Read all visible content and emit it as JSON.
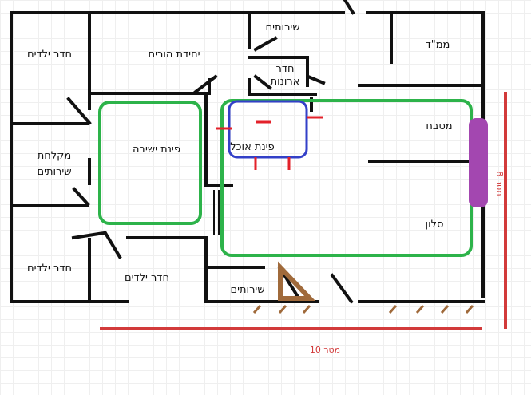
{
  "rooms": {
    "kids_room_top": "חדר ילדים",
    "parents_unit": "יחידת הורים",
    "toilets_top": "שירותים",
    "closet_line1": "חדר",
    "closet_line2": "ארונות",
    "safe_room": "ממ\"ד",
    "shower_line1": "מקלחת",
    "shower_line2": "שירותים",
    "seating_area": "פינת ישיבה",
    "dining_area": "פינת אוכל",
    "kitchen": "מטבח",
    "living_room": "סלון",
    "kids_room_bottom_left": "חדר ילדים",
    "kids_room_bottom": "חדר ילדים",
    "toilets_bottom": "שירותים"
  },
  "dimensions": {
    "width_label": "10 מטר",
    "height_label": "8 מטר"
  },
  "colors": {
    "walls": "#111111",
    "zone_outline": "#2db34a",
    "dining_outline": "#3340c8",
    "dimension": "#d23a3a",
    "kitchen_counter": "#a347b0",
    "stairs": "#a06a3b"
  }
}
